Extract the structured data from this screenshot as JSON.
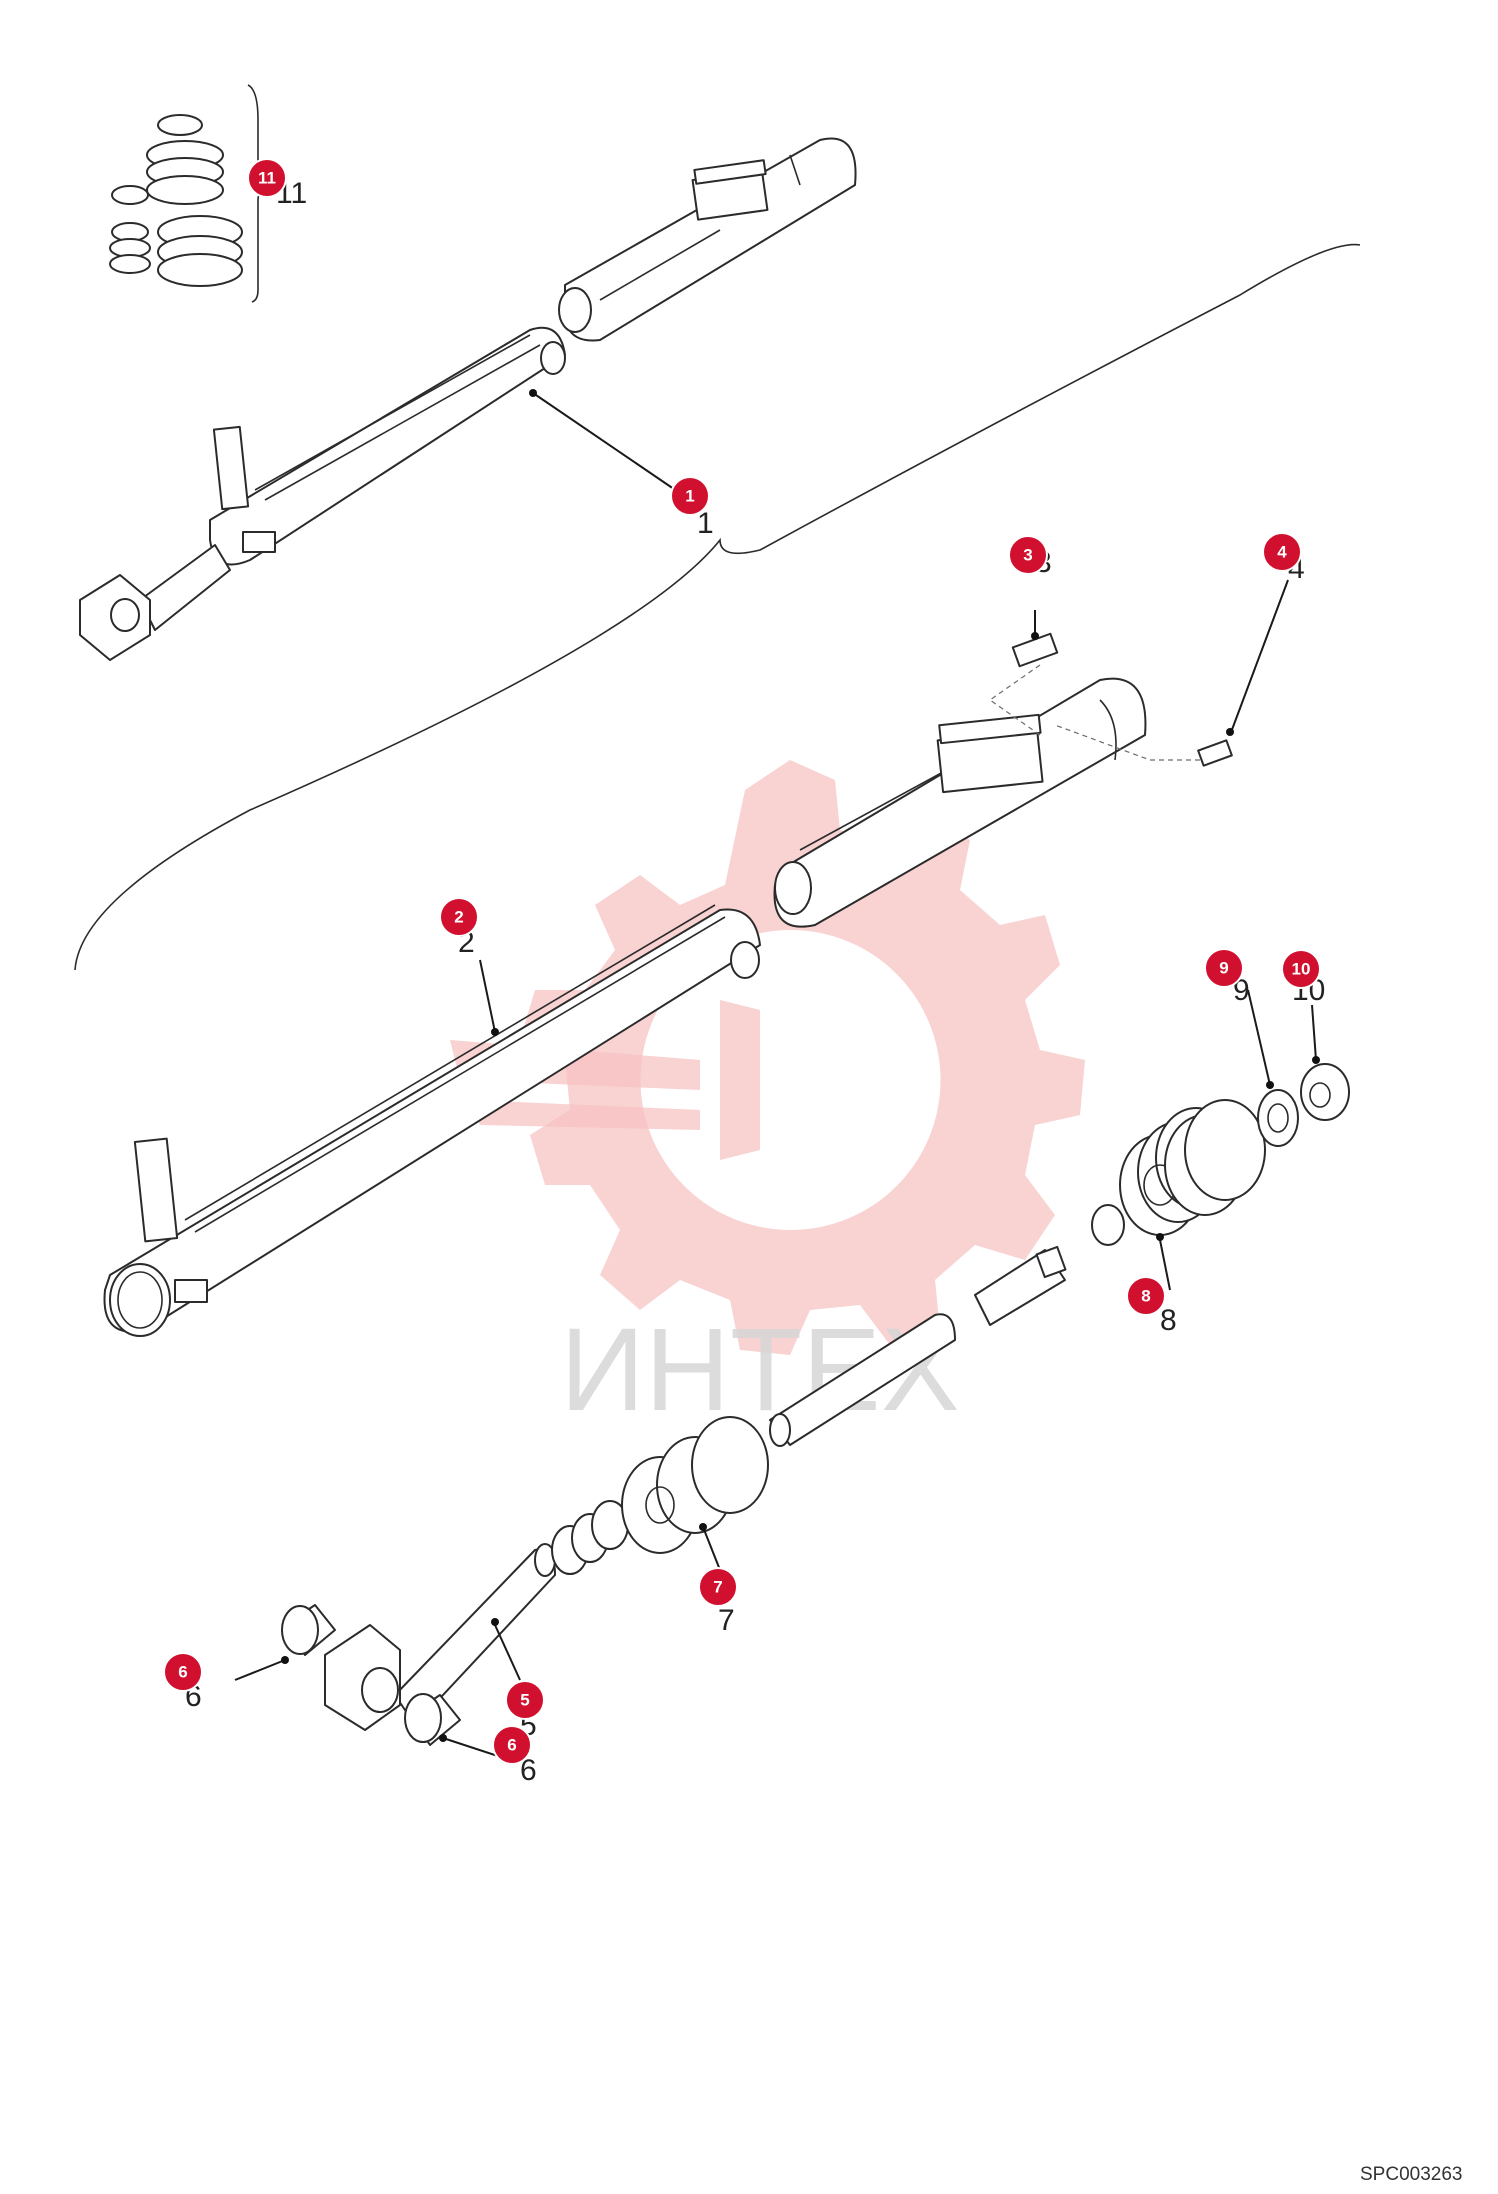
{
  "watermark": {
    "text": "ИНТЕХ",
    "color": "#f6c1c1"
  },
  "drawing_code": "SPC003263",
  "accent_color": "#d1102f",
  "parts": [
    {
      "badge": "1",
      "label": "1"
    },
    {
      "badge": "2",
      "label": "2"
    },
    {
      "badge": "3",
      "label": "3"
    },
    {
      "badge": "4",
      "label": "4"
    },
    {
      "badge": "5",
      "label": "5"
    },
    {
      "badge": "6",
      "label": "6"
    },
    {
      "badge": "6",
      "label": "6"
    },
    {
      "badge": "7",
      "label": "7"
    },
    {
      "badge": "8",
      "label": "8"
    },
    {
      "badge": "9",
      "label": "9"
    },
    {
      "badge": "10",
      "label": "10"
    },
    {
      "badge": "11",
      "label": "11"
    }
  ]
}
